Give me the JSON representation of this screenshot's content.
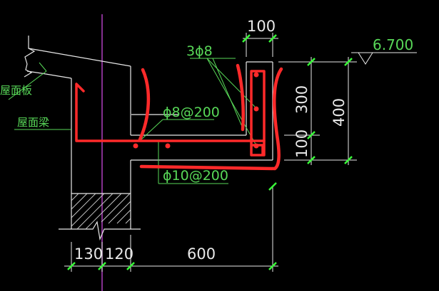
{
  "labels": {
    "roof_slab": "屋面板",
    "roof_beam": "屋面梁",
    "rebar_top": "3ϕ8",
    "rebar_stirrup": "ϕ8@200",
    "rebar_bottom": "ϕ10@200",
    "elevation": "6.700"
  },
  "dimensions": {
    "top_width": "100",
    "right_300": "300",
    "right_100": "100",
    "right_400": "400",
    "bottom_130": "130",
    "bottom_120": "120",
    "bottom_600": "600"
  },
  "colors": {
    "background": "#000000",
    "structure": "#e8e8e8",
    "annotation": "#58d858",
    "rebar": "#ff2a2a",
    "axis": "#b040c0",
    "tick": "#39ff39"
  }
}
